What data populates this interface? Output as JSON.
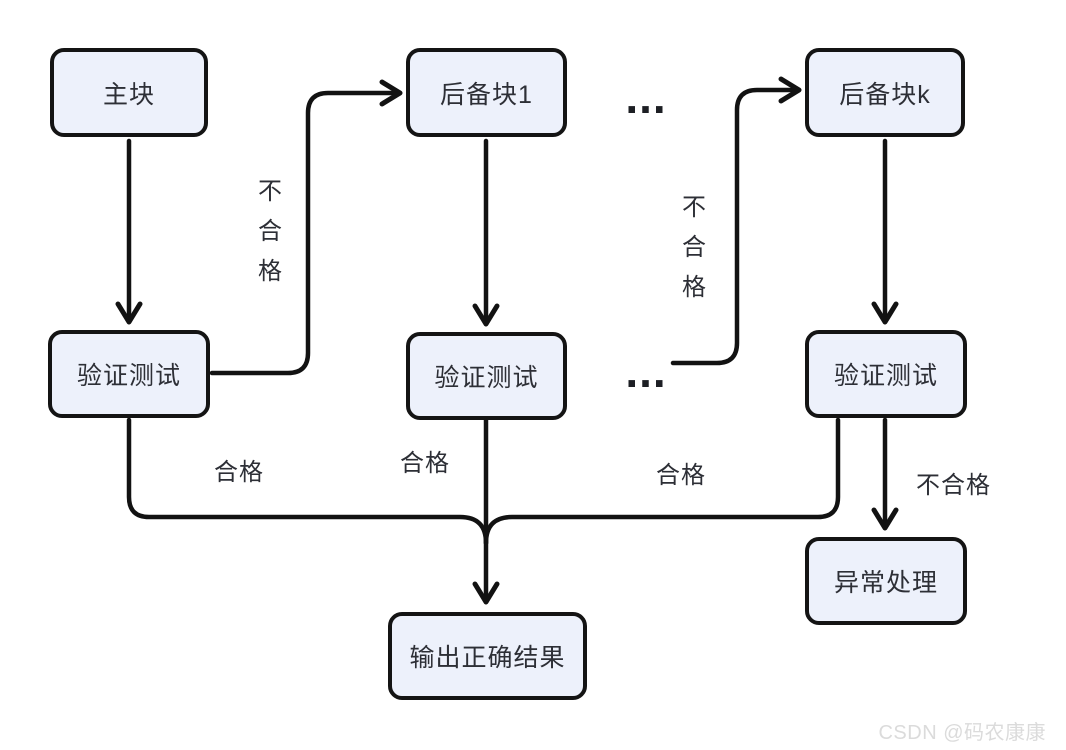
{
  "diagram": {
    "title_hint": "recovery-block fault-tolerance flowchart",
    "nodes": [
      {
        "id": "main",
        "label": "主块"
      },
      {
        "id": "backup1",
        "label": "后备块1"
      },
      {
        "id": "backupk",
        "label": "后备块k"
      },
      {
        "id": "verify1",
        "label": "验证测试"
      },
      {
        "id": "verify2",
        "label": "验证测试"
      },
      {
        "id": "verify3",
        "label": "验证测试"
      },
      {
        "id": "exception",
        "label": "异常处理"
      },
      {
        "id": "output",
        "label": "输出正确结果"
      }
    ],
    "edges": [
      {
        "id": "fail-1",
        "label": "不合格",
        "from": "verify1",
        "to": "backup1",
        "orientation": "vertical"
      },
      {
        "id": "fail-2",
        "label": "不合格",
        "from": "verify2",
        "to": "backupk",
        "orientation": "vertical"
      },
      {
        "id": "pass-1",
        "label": "合格",
        "from": "verify1",
        "to": "output"
      },
      {
        "id": "pass-2",
        "label": "合格",
        "from": "verify2",
        "to": "output"
      },
      {
        "id": "pass-3",
        "label": "合格",
        "from": "verify3",
        "to": "output"
      },
      {
        "id": "fail-3",
        "label": "不合格",
        "from": "verify3",
        "to": "exception"
      }
    ],
    "ellipsis": {
      "top": "...",
      "middle": "..."
    },
    "colors": {
      "node_fill": "#edf1fb",
      "node_border": "#141414",
      "line": "#121212",
      "label_text": "#2d2f36",
      "watermark": "#dbdbdb"
    }
  },
  "watermark": {
    "text": "CSDN @码农康康"
  }
}
